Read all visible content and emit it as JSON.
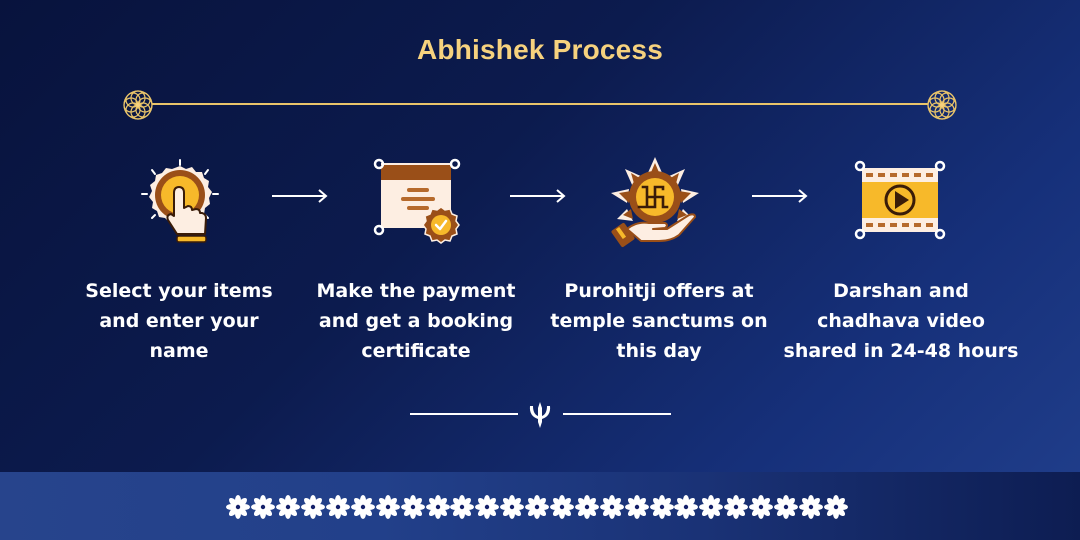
{
  "header": {
    "title": "Abhishek Process"
  },
  "colors": {
    "title_gold": "#f6d27e",
    "rule_gold": "#e9c46a",
    "bg_dark": "#08133d",
    "bg_light": "#213f8c",
    "band_left": "#27448c",
    "band_right": "#0d1d52",
    "icon_brown": "#9a4f18",
    "icon_yellow": "#f7b92a",
    "icon_cream": "#fdeee2"
  },
  "decorations": {
    "left_ornament": "mandala-icon",
    "right_ornament": "mandala-icon",
    "center_divider": "trident-icon",
    "footer_pattern": "flower-icon",
    "footer_flower_count": 25
  },
  "steps": [
    {
      "icon": "hand-tap-icon",
      "lines": [
        "Select your items",
        "and enter your",
        "name"
      ]
    },
    {
      "icon": "certificate-icon",
      "lines": [
        "Make the payment",
        "and get a booking",
        "certificate"
      ]
    },
    {
      "icon": "swastika-offering-icon",
      "lines": [
        "Purohitji offers at",
        "temple sanctums on",
        "this day"
      ]
    },
    {
      "icon": "video-play-icon",
      "lines": [
        "Darshan and",
        "chadhava video",
        "shared in 24-48 hours"
      ]
    }
  ],
  "arrows": [
    "arrow-right-icon",
    "arrow-right-icon",
    "arrow-right-icon"
  ]
}
